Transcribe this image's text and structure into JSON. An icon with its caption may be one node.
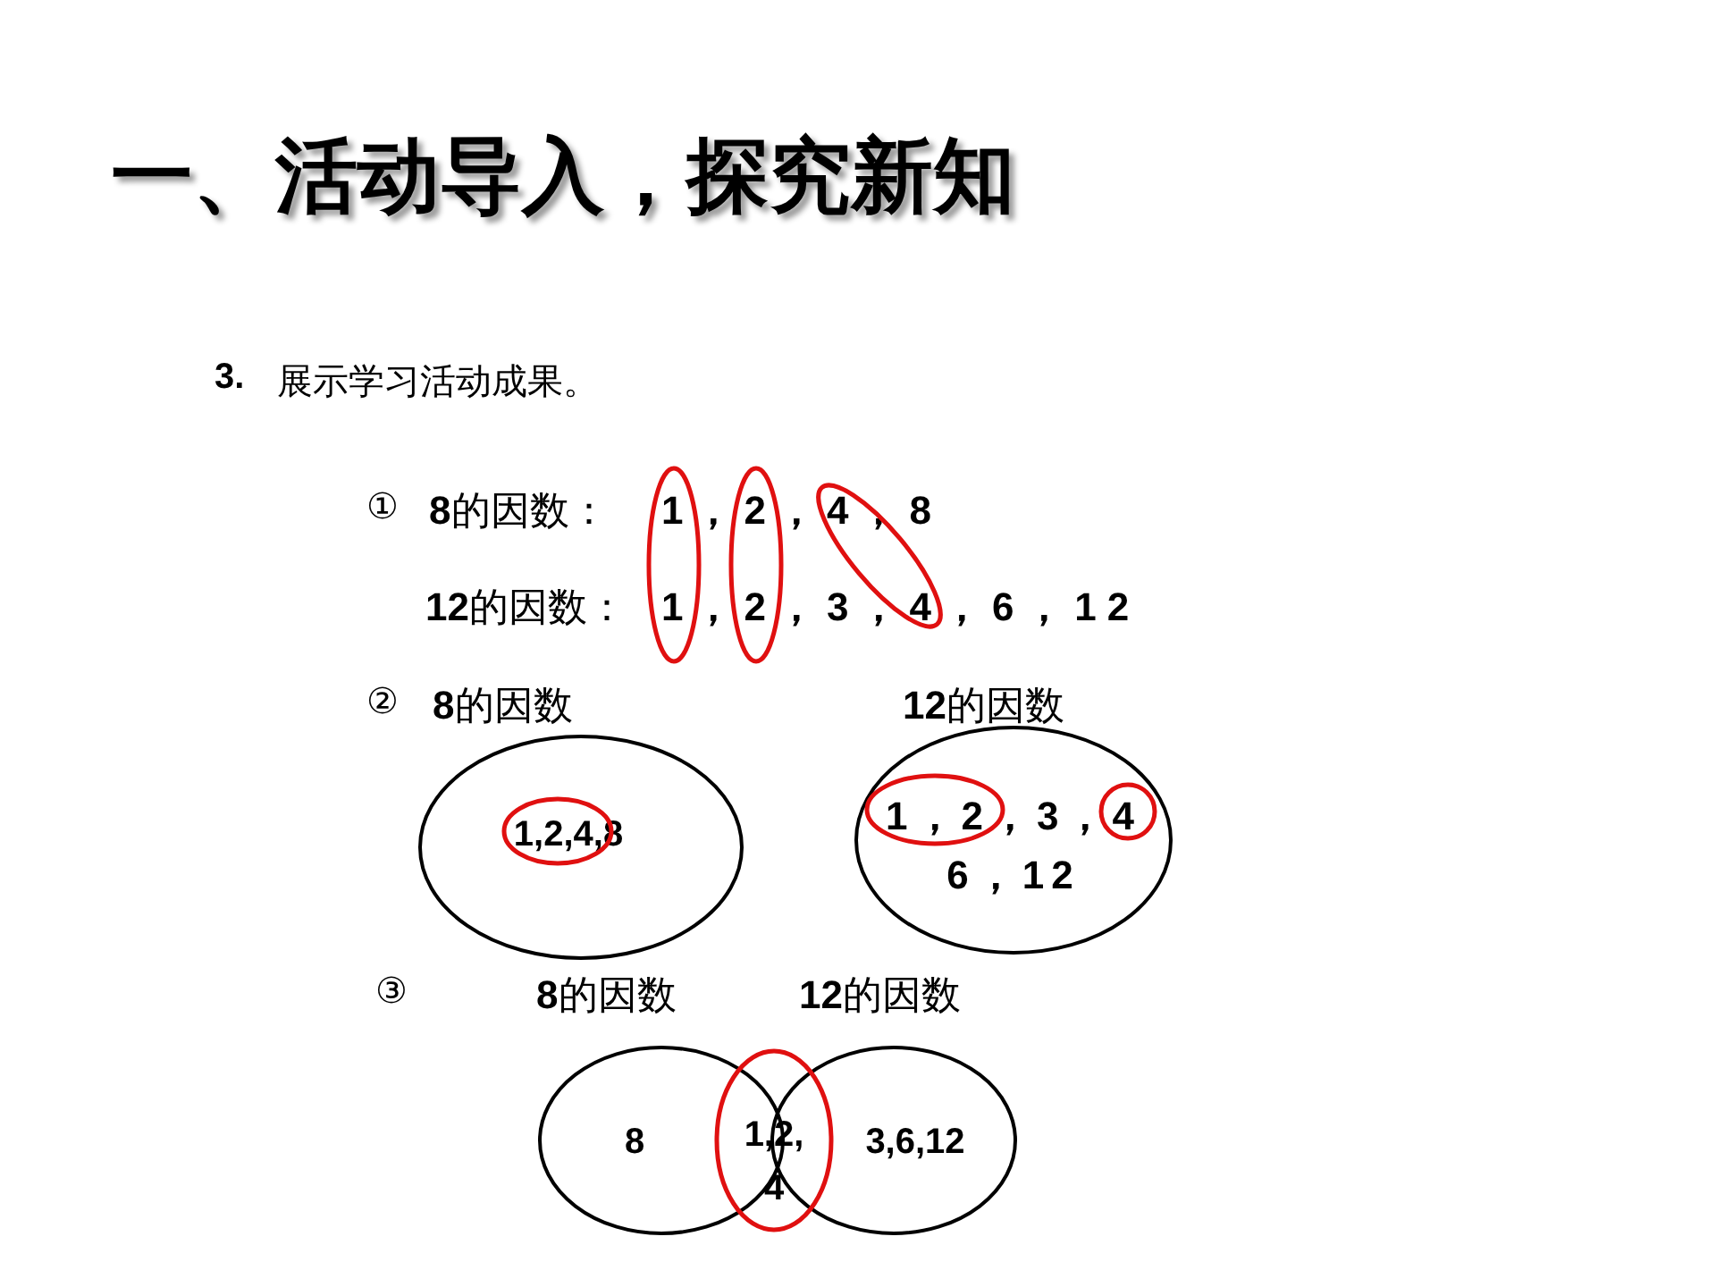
{
  "diagram": {
    "title": "一、活动导入，探究新知",
    "nodes": [
      {
        "text": [
          "**8**的因数",
          "1,2,4,8"
        ]
      },
      {
        "text": [
          "**12**的因数",
          "1，2，3，4 6，12"
        ]
      },
      {
        "text": [
          "**8**的因数",
          "8"
        ]
      },
      {
        "text": [
          "**12**的因数",
          "3,6,12"
        ]
      },
      {
        "text": [
          "1,2, 4"
        ]
      }
    ],
    "edges": [],
    "labels": [
      "3.",
      "展示学习活动成果。",
      "①",
      "**8**的因数：",
      "1，2，4，8",
      "**12**的因数：",
      "1，2，3，4，6，12",
      "②",
      "③"
    ]
  }
}
